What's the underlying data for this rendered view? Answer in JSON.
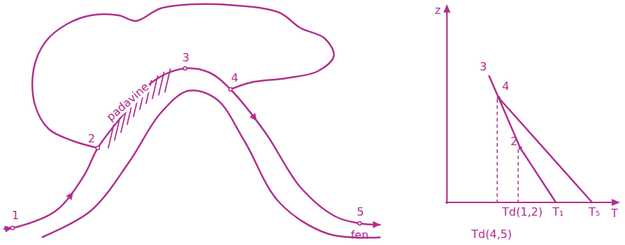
{
  "diagram": {
    "labels": [
      "padavine",
      "1",
      "2",
      "3",
      "4",
      "5",
      "fen",
      "z",
      "T",
      "3",
      "4",
      "2",
      "Td(1,2)",
      "T₁",
      "T₅",
      "Td(4,5)"
    ]
  }
}
